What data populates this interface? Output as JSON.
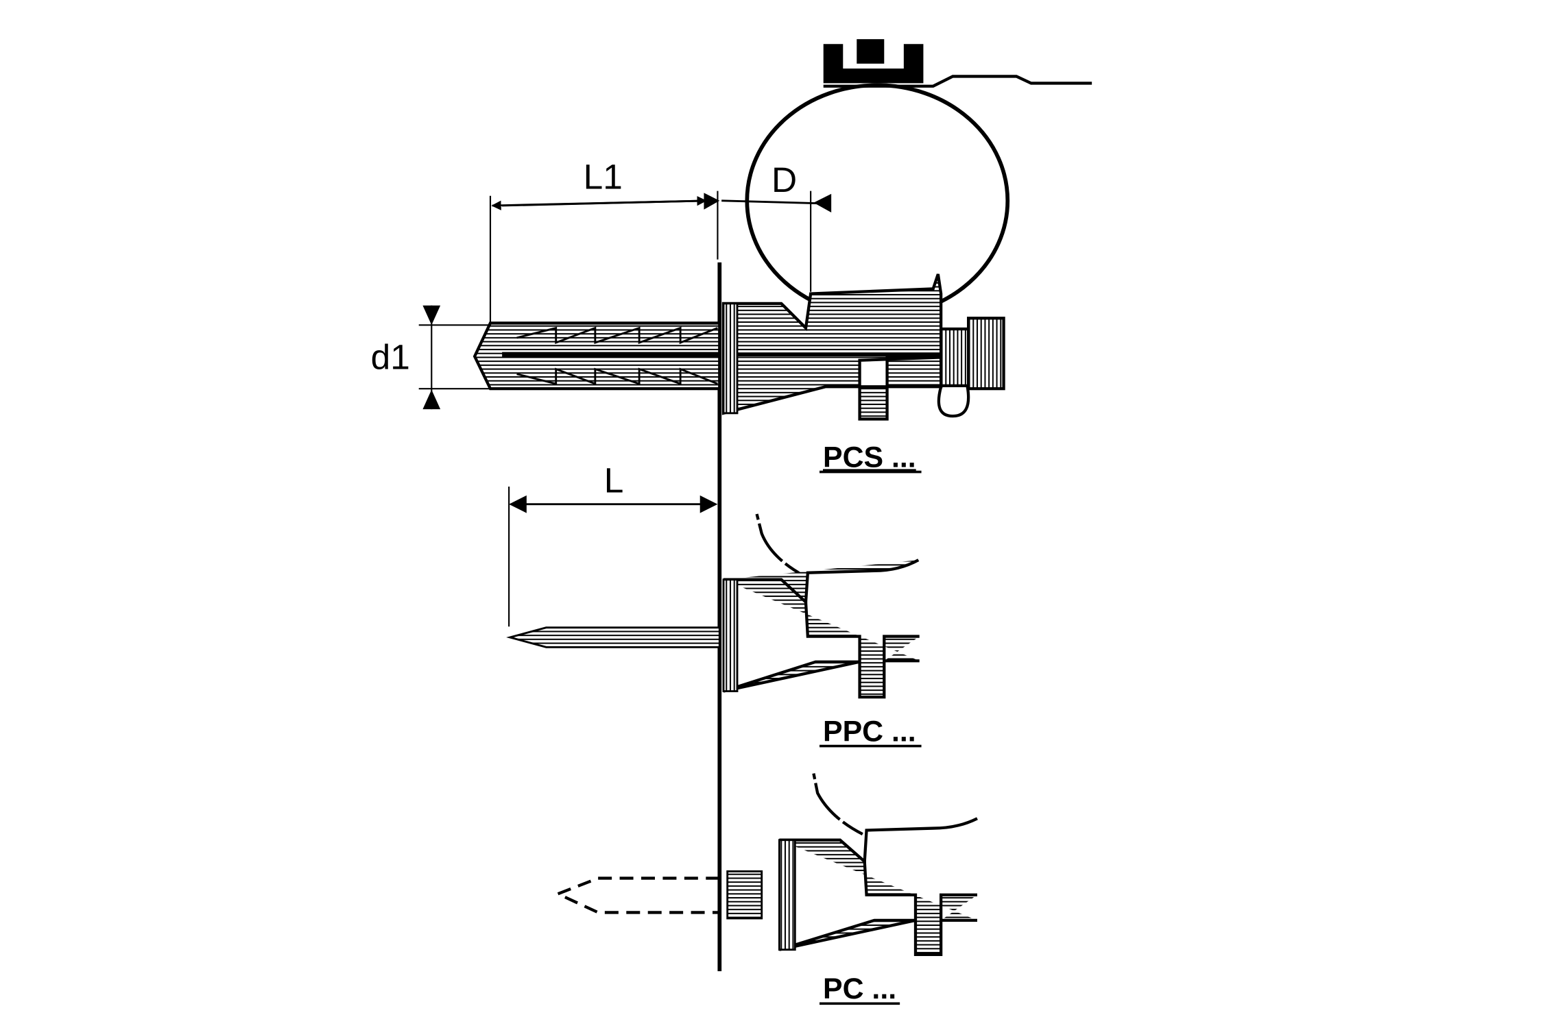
{
  "diagram": {
    "dimensions": {
      "L1": "L1",
      "D": "D",
      "d1": "d1",
      "L": "L"
    },
    "variants": [
      {
        "code": "PCS ..."
      },
      {
        "code": "PPC ..."
      },
      {
        "code": "PC ..."
      }
    ],
    "colors": {
      "ink": "#000000",
      "background": "#ffffff"
    }
  }
}
